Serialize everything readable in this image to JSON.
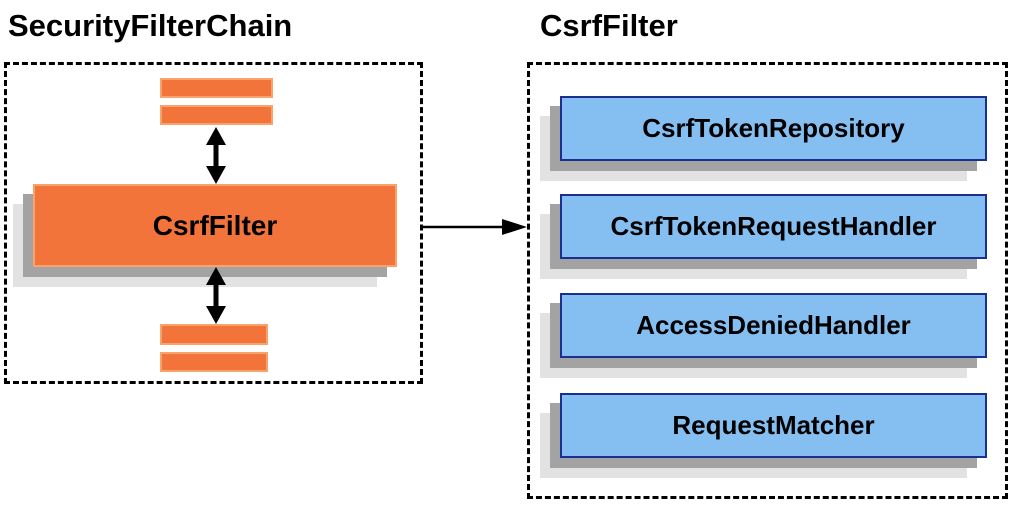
{
  "left_panel": {
    "title": "SecurityFilterChain",
    "filter_label": "CsrfFilter",
    "placeholder_filter_bars": {
      "above_count": 2,
      "below_count": 2
    }
  },
  "right_panel": {
    "title": "CsrfFilter",
    "components": [
      {
        "label": "CsrfTokenRepository"
      },
      {
        "label": "CsrfTokenRequestHandler"
      },
      {
        "label": "AccessDeniedHandler"
      },
      {
        "label": "RequestMatcher"
      }
    ]
  },
  "icons": {
    "vertical_flow": "double-headed-vertical-arrow",
    "link": "right-arrow"
  },
  "colors": {
    "orange_fill": "#F2743B",
    "orange_border": "#F8A26C",
    "blue_fill": "#85BFF2",
    "blue_border": "#1B2F90",
    "shadow_dark": "#A3A3A3",
    "shadow_light": "#E2E2E2",
    "dashed_border": "#000000",
    "arrow": "#000000",
    "text": "#000000"
  }
}
